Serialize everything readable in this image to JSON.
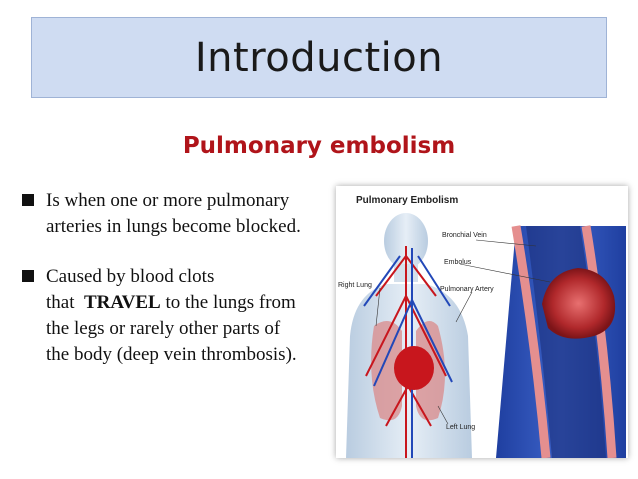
{
  "slide": {
    "title": "Introduction",
    "subtitle": "Pulmonary embolism"
  },
  "bullets": [
    {
      "lines": [
        "Is when one or more pulmonary",
        "arteries in lungs become blocked."
      ]
    },
    {
      "line1": "Caused by blood clots",
      "line2_pre": "that  ",
      "line2_strong": "TRAVEL",
      "line2_post": " to the lungs from",
      "line3": "the legs or rarely other parts of",
      "line4": "the body (deep vein thrombosis)."
    }
  ],
  "figure": {
    "title": "Pulmonary Embolism",
    "labels": {
      "bronchial_vein": "Bronchial Vein",
      "embolus": "Embolus",
      "right_lung": "Right Lung",
      "pulmonary_artery": "Pulmonary Artery",
      "left_lung": "Left Lung"
    }
  }
}
